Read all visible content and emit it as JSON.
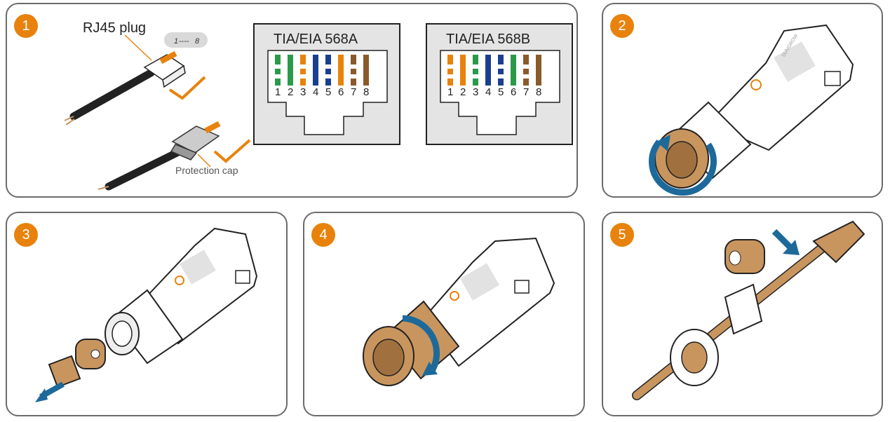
{
  "steps": {
    "s1": "1",
    "s2": "2",
    "s3": "3",
    "s4": "4",
    "s5": "5"
  },
  "panel1": {
    "plug_label": "RJ45 plug",
    "pin_range_start": "1",
    "pin_range_dashes": "----",
    "pin_range_end": "8",
    "cap_label": "Protection cap",
    "std_a": {
      "title": "TIA/EIA 568A",
      "pins": [
        "1",
        "2",
        "3",
        "4",
        "5",
        "6",
        "7",
        "8"
      ]
    },
    "std_b": {
      "title": "TIA/EIA 568B",
      "pins": [
        "1",
        "2",
        "3",
        "4",
        "5",
        "6",
        "7",
        "8"
      ]
    }
  },
  "connector_brand": "SUNGROW",
  "colors": {
    "orange": "#e8820c",
    "green": "#2a9a4a",
    "blue": "#1b3f8f",
    "brown": "#8a5a2b",
    "tan": "#c9955e",
    "arrow_blue": "#1d6a9a",
    "border": "#6b6b6b"
  },
  "wiring": {
    "std_a": [
      {
        "color": "green",
        "striped": true
      },
      {
        "color": "green",
        "striped": false
      },
      {
        "color": "orange",
        "striped": true
      },
      {
        "color": "blue",
        "striped": false
      },
      {
        "color": "blue",
        "striped": true
      },
      {
        "color": "orange",
        "striped": false
      },
      {
        "color": "brown",
        "striped": true
      },
      {
        "color": "brown",
        "striped": false
      }
    ],
    "std_b": [
      {
        "color": "orange",
        "striped": true
      },
      {
        "color": "orange",
        "striped": false
      },
      {
        "color": "green",
        "striped": true
      },
      {
        "color": "blue",
        "striped": false
      },
      {
        "color": "blue",
        "striped": true
      },
      {
        "color": "green",
        "striped": false
      },
      {
        "color": "brown",
        "striped": true
      },
      {
        "color": "brown",
        "striped": false
      }
    ]
  }
}
